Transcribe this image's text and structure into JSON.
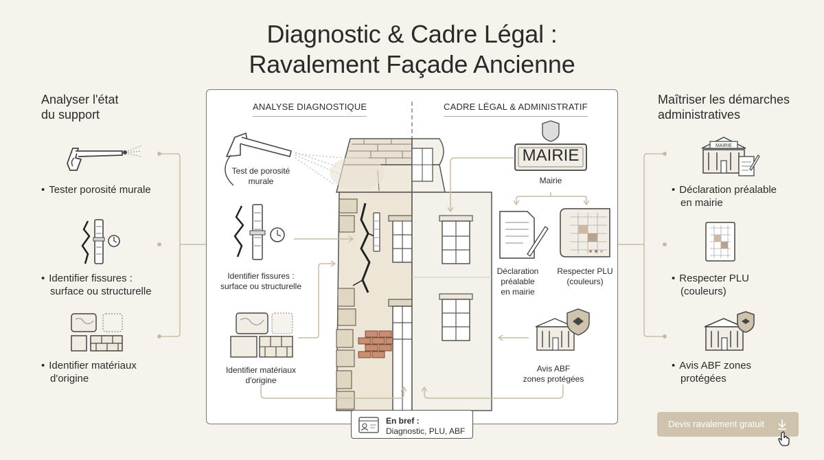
{
  "header": {
    "title_line1": "Diagnostic & Cadre Légal :",
    "title_line2": "Ravalement Façade Ancienne"
  },
  "left_column": {
    "heading_line1": "Analyser l'état",
    "heading_line2": "du support",
    "items": [
      {
        "line1": "Tester porosité murale",
        "line2": "",
        "icon": "pressure-washer-icon"
      },
      {
        "line1": "Identifier fissures :",
        "line2": "surface ou structurelle",
        "icon": "crack-gauge-icon"
      },
      {
        "line1": "Identifier matériaux",
        "line2": "d'origine",
        "icon": "materials-icon"
      }
    ]
  },
  "right_column": {
    "heading_line1": "Maîtriser les démarches",
    "heading_line2": "administratives",
    "items": [
      {
        "line1": "Déclaration préalable",
        "line2": "en mairie",
        "icon": "town-hall-icon",
        "badge": "MAIRIE"
      },
      {
        "line1": "Respecter PLU",
        "line2": "(couleurs)",
        "icon": "blueprint-icon"
      },
      {
        "line1": "Avis ABF zones",
        "line2": "protégées",
        "icon": "protected-building-icon"
      }
    ]
  },
  "panel": {
    "left_section_title": "ANALYSE DIAGNOSTIQUE",
    "right_section_title": "CADRE LÉGAL & ADMINISTRATIF",
    "porosity_label": [
      "Test de porosité",
      "murale"
    ],
    "cracks_label": [
      "Identifier fissures :",
      "surface ou structurelle"
    ],
    "materials_label": [
      "Identifier matériaux",
      "d'origine"
    ],
    "mairie_sign": "MAIRIE",
    "mairie_label": "Mairie",
    "declaration_label": [
      "Déclaration",
      "préalable",
      "en mairie"
    ],
    "plu_label": [
      "Respecter PLU",
      "(couleurs)"
    ],
    "abf_label": [
      "Avis ABF",
      "zones protégées"
    ]
  },
  "summary": {
    "title": "En bref :",
    "text": "Diagnostic, PLU, ABF"
  },
  "cta": {
    "label": "Devis ravalement gratuit"
  },
  "colors": {
    "accent": "#c9bca3",
    "line": "#b8ab92",
    "background": "#f6f3ed",
    "brick": "#c98e72"
  }
}
